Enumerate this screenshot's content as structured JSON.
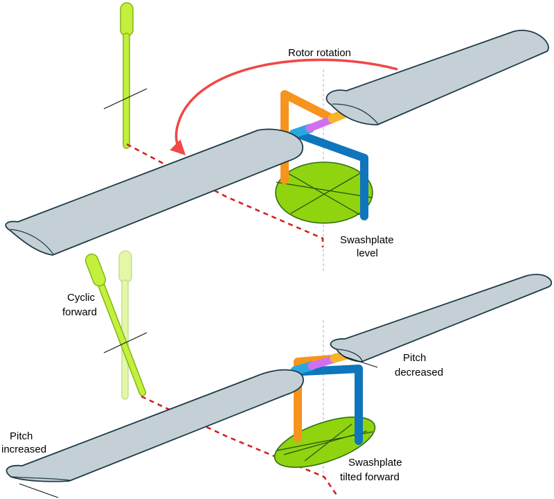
{
  "labels": {
    "rotor_rotation": "Rotor rotation",
    "swashplate_level_1": "Swashplate",
    "swashplate_level_2": "level",
    "cyclic_forward_1": "Cyclic",
    "cyclic_forward_2": "forward",
    "pitch_decreased_1": "Pitch",
    "pitch_decreased_2": "decreased",
    "pitch_increased_1": "Pitch",
    "pitch_increased_2": "increased",
    "swashplate_tilted_1": "Swashplate",
    "swashplate_tilted_2": "tilted forward"
  },
  "colors": {
    "blade_fill": "#c5d0d6",
    "blade_stroke": "#1c3a47",
    "rotation_arrow": "#f04848",
    "dashed_guide": "#d42020",
    "swashplate": "#8fd40f",
    "cyclic_stick": "#c4ef3c",
    "orange_link": "#f7941d",
    "blue_link": "#0f75bc",
    "light_blue_link": "#29a8e0",
    "violet_link": "#d070f0",
    "yellow_link": "#f7b32b"
  },
  "icons": [
    "cyclic-stick-icon",
    "rotor-blade-icon",
    "swashplate-icon",
    "rotation-arrow-icon"
  ]
}
